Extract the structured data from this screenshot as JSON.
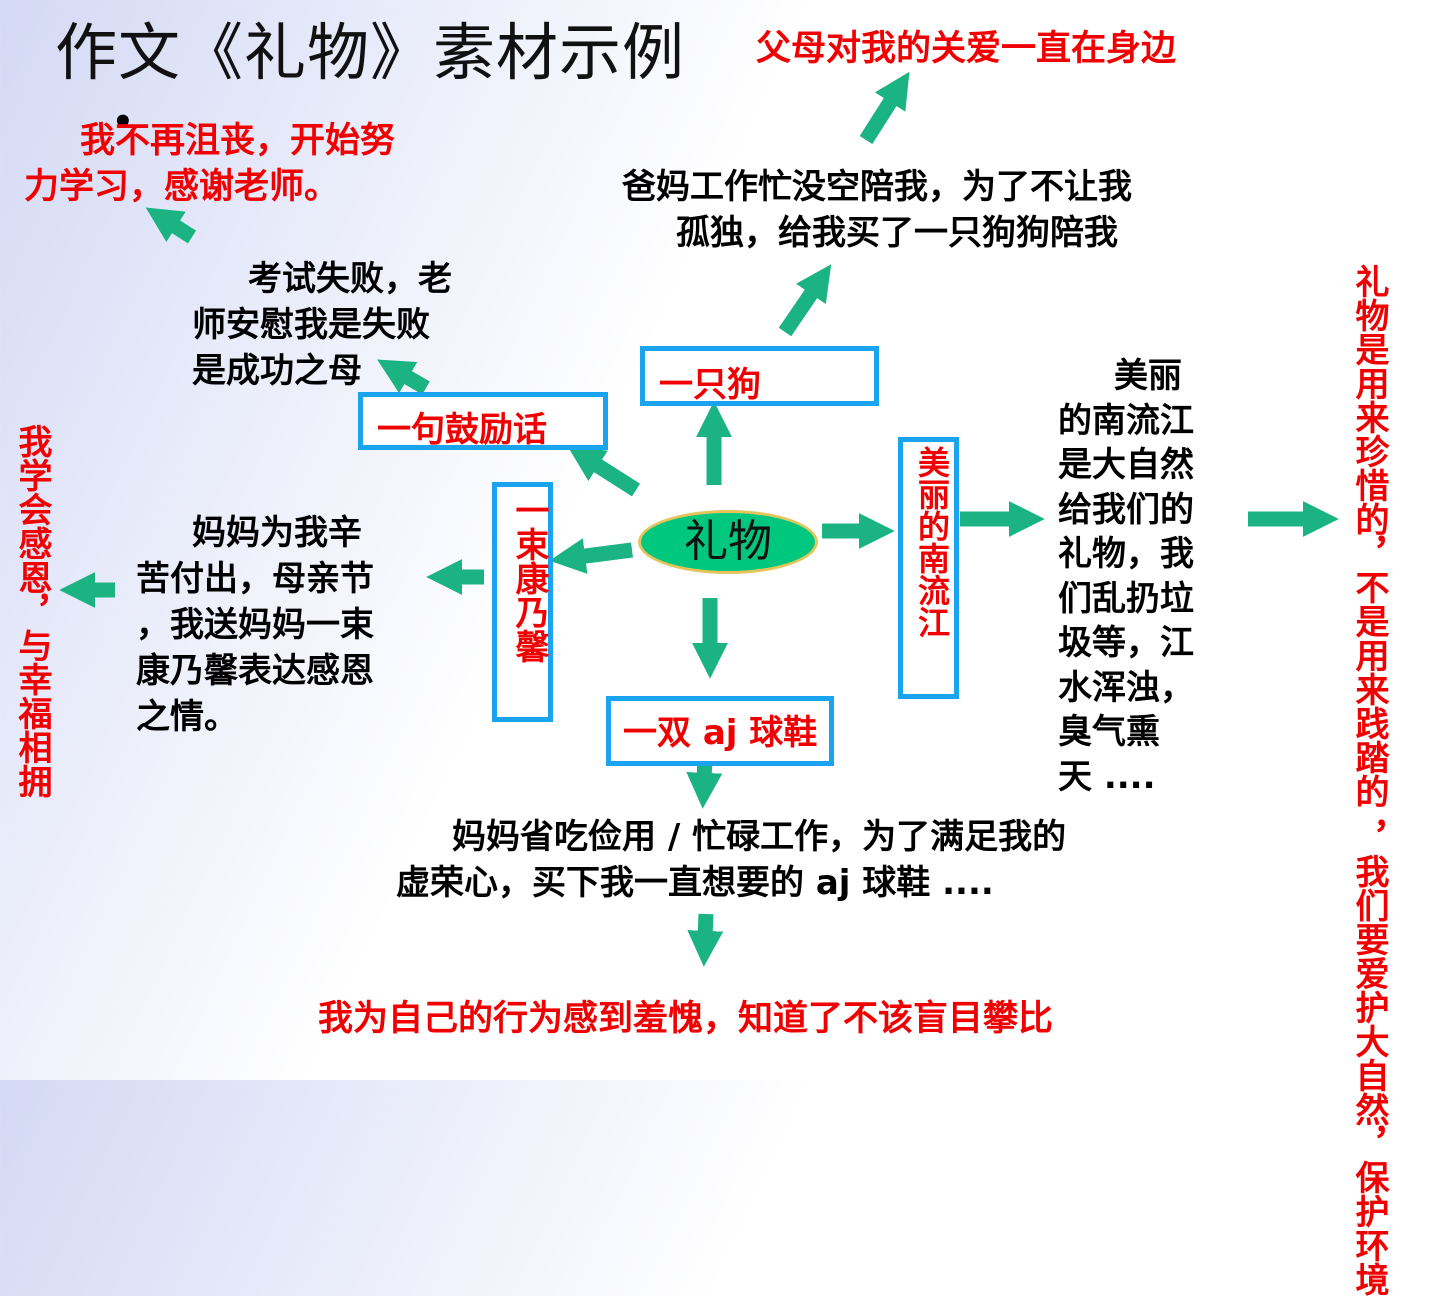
{
  "title": "作文《礼物》素材示例",
  "center": "礼物",
  "bullet": "•",
  "boxes": {
    "encourage": "一句鼓励话",
    "dog": "一只狗",
    "flowers": "一束康乃馨",
    "river": "美丽的南流江",
    "shoes": "一双 aj 球鞋"
  },
  "stories": {
    "teacher": [
      "考试失败，老",
      "师安慰我是失败",
      "是成功之母"
    ],
    "dog": [
      "爸妈工作忙没空陪我，为了不让我",
      "孤独，给我买了一只狗狗陪我"
    ],
    "mother": [
      "妈妈为我辛",
      "苦付出，母亲节",
      "，我送妈妈一束",
      "康乃馨表达感恩",
      "之情。"
    ],
    "river": [
      "美丽",
      "的南流江",
      "是大自然",
      "给我们的",
      "礼物，我",
      "们乱扔垃",
      "圾等，江",
      "水浑浊，",
      "臭气熏",
      "天 ...."
    ],
    "shoes": [
      "妈妈省吃俭用 / 忙碌工作，为了满足我的",
      "虚荣心，买下我一直想要的 aj 球鞋 ...."
    ]
  },
  "results": {
    "teacher": [
      "我不再沮丧，开始努",
      "力学习，感谢老师。"
    ],
    "dog": "父母对我的关爱一直在身边",
    "mother": "我学会感恩，与幸福相拥",
    "river": [
      "礼物是用来珍惜的，不是用来践踏的",
      "，我们要爱护大自然，保护环境"
    ],
    "shoes": "我为自己的行为感到羞愧，知道了不该盲目攀比"
  },
  "colors": {
    "arrow": "#1ab381",
    "box_border": "#1aa3ee",
    "ellipse": "#00c77e",
    "result_text": "#f00000"
  }
}
